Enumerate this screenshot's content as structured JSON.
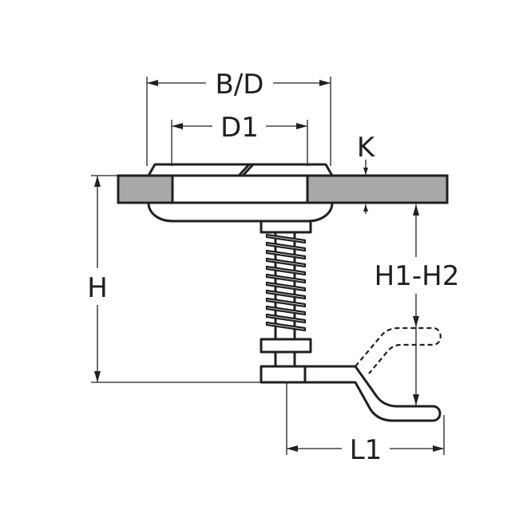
{
  "diagram": {
    "labels": {
      "bd": "B/D",
      "d1": "D1",
      "k": "K",
      "h": "H",
      "h1h2": "H1-H2",
      "l1": "L1"
    },
    "colors": {
      "line": "#231f20",
      "panel_fill": "#a8a9ab",
      "background": "#ffffff"
    }
  }
}
